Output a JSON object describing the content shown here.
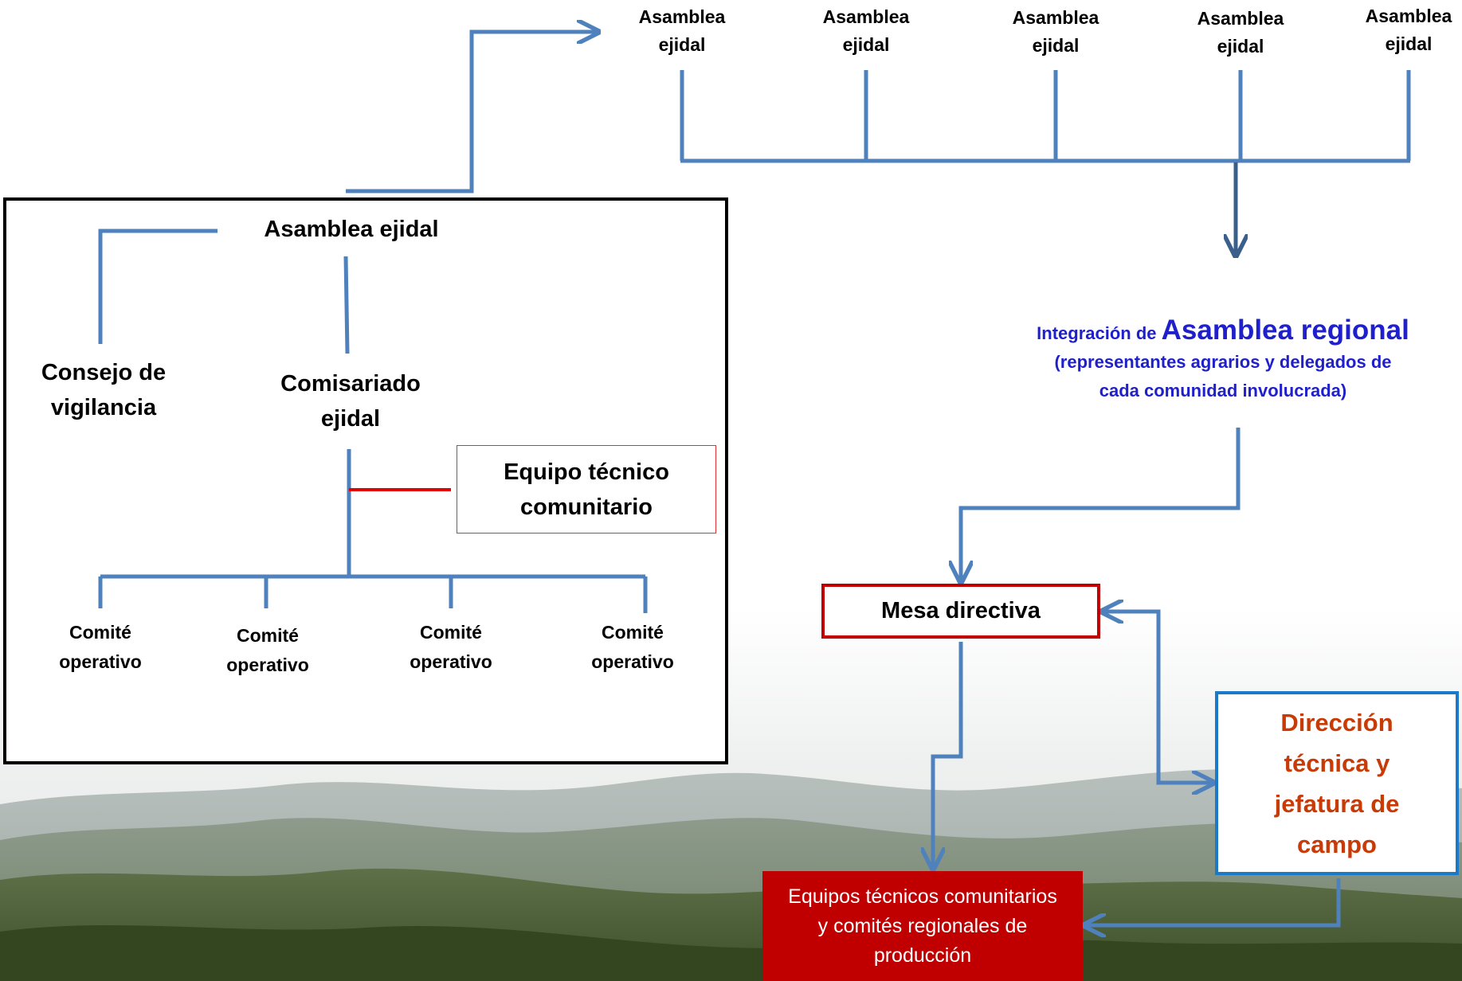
{
  "top_assemblies": [
    "Asamblea\nejidal",
    "Asamblea\nejidal",
    "Asamblea\nejidal",
    "Asamblea\nejidal",
    "Asamblea\nejidal"
  ],
  "ejido": {
    "assembly": "Asamblea ejidal",
    "consejo": "Consejo de\nvigilancia",
    "comisariado": "Comisariado\nejidal",
    "equipo_tecnico": "Equipo técnico\ncomunitario",
    "comites": [
      "Comité\noperativo",
      "Comité\noperativo",
      "Comité\noperativo",
      "Comité\noperativo"
    ]
  },
  "regional": {
    "integracion_prefix": "Integración de ",
    "integracion_title": "Asamblea regional",
    "integracion_detail": "(representantes agrarios  y delegados de\ncada comunidad involucrada)",
    "mesa_directiva": "Mesa directiva",
    "direccion": "Dirección\ntécnica y\njefatura de\ncampo",
    "equipos_regionales": "Equipos técnicos comunitarios\ny comités regionales de\nproducción"
  },
  "colors": {
    "connector": "#4f81bd",
    "equipo_connector": "#e00000",
    "integracion_text": "#1f1fcc",
    "direccion_text": "#c83a06",
    "mesa_border": "#c00000",
    "direccion_border": "#1a7ac8",
    "equipos_fill": "#c00000"
  }
}
